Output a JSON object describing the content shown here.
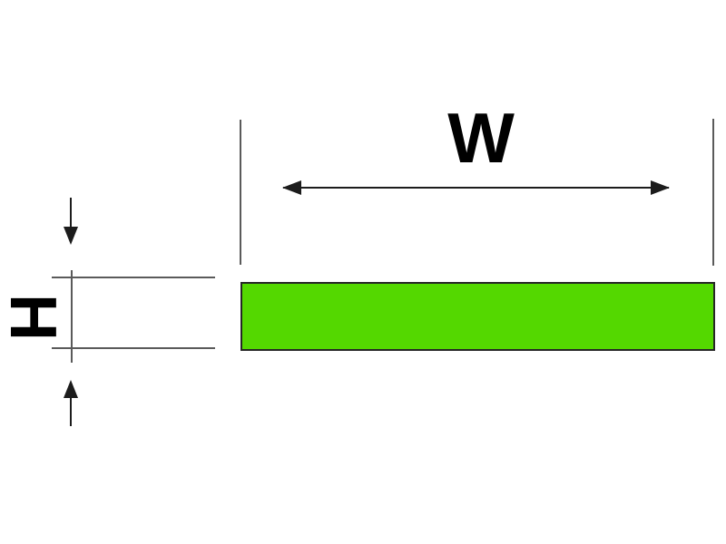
{
  "diagram": {
    "width_label": "W",
    "height_label": "H"
  },
  "icons": {
    "width_dimension_arrow": "double-headed-horizontal-arrow",
    "height_pointer_top": "arrow-down",
    "height_pointer_bottom": "arrow-up"
  },
  "colors": {
    "background": "#ffffff",
    "bar_fill": "#54d800",
    "bar_border": "#262626",
    "extension_line": "#5a5a5a",
    "dimension_arrow": "#1c1c1c"
  }
}
